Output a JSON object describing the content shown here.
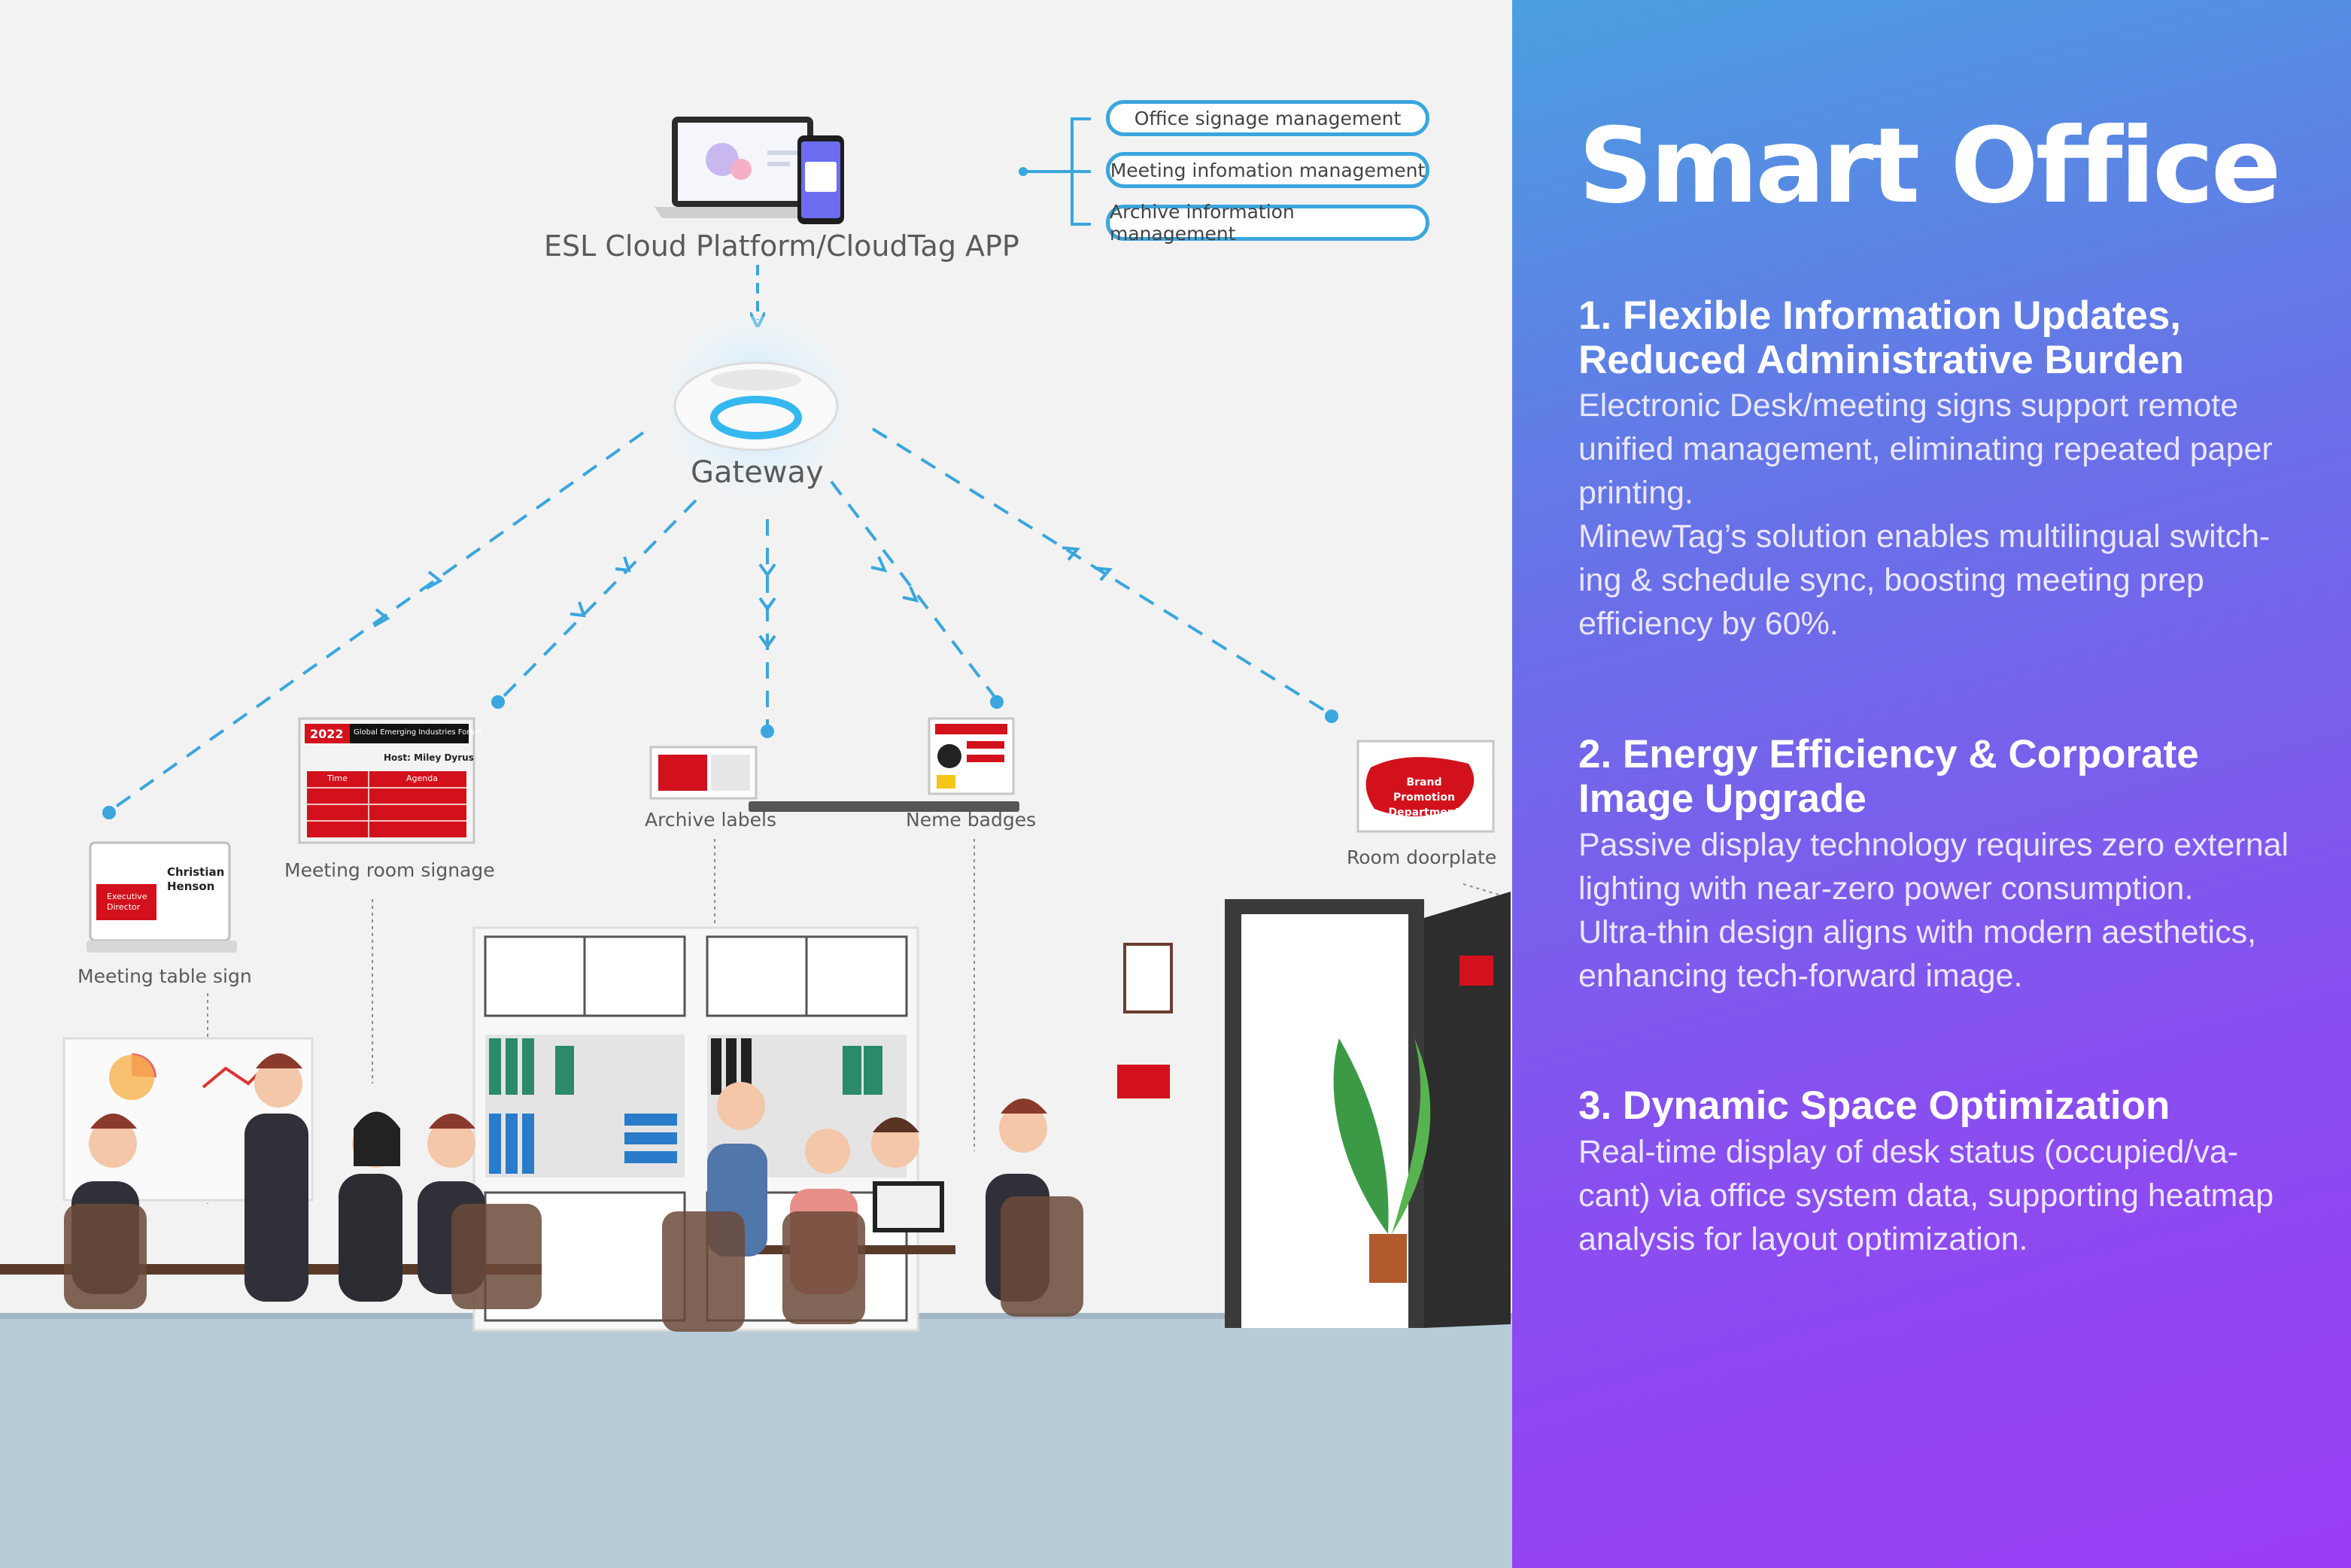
{
  "platform": {
    "label": "ESL Cloud Platform/CloudTag APP",
    "features": [
      "Office signage management",
      "Meeting infomation management",
      "Archive information management"
    ]
  },
  "gateway": {
    "label": "Gateway"
  },
  "devices": {
    "meeting_table_sign": {
      "label": "Meeting table sign",
      "name": "Christian Henson",
      "role": "Executive Director"
    },
    "meeting_room_signage": {
      "label": "Meeting room signage",
      "year": "2022",
      "forum": "Global Emerging Industries Forum",
      "host": "Host: Miley Dyrus",
      "col_time": "Time",
      "col_agenda": "Agenda"
    },
    "archive_labels": {
      "label": "Archive labels"
    },
    "name_badges": {
      "label": "Neme badges"
    },
    "room_doorplate": {
      "label": "Room doorplate",
      "text": "Brand Promotion Department"
    }
  },
  "panel": {
    "title": "Smart Office",
    "sections": [
      {
        "heading": [
          "1. Flexible Information Updates,",
          "Reduced Administrative Burden"
        ],
        "body": [
          "Electronic Desk/meeting signs support remote",
          "unified management, eliminating repeated paper",
          "printing.",
          "MinewTag’s solution enables multilingual switch-",
          "ing & schedule sync, boosting meeting prep",
          "efficiency by 60%."
        ]
      },
      {
        "heading": [
          "2. Energy Efficiency & Corporate",
          "Image Upgrade"
        ],
        "body": [
          "Passive display technology requires zero external",
          "lighting with near-zero power consumption.",
          "Ultra-thin design aligns with modern aesthetics,",
          "enhancing tech-forward image."
        ]
      },
      {
        "heading": [
          "3. Dynamic Space Optimization"
        ],
        "body": [
          "Real-time display of desk status (occupied/va-",
          "cant) via office system data, supporting heatmap",
          "analysis for layout optimization."
        ]
      }
    ]
  },
  "colors": {
    "accent_blue": "#3aa6dd",
    "brand_red": "#d3111c",
    "panel_top": "#4a9fe0",
    "panel_bottom": "#9a3cf5"
  }
}
